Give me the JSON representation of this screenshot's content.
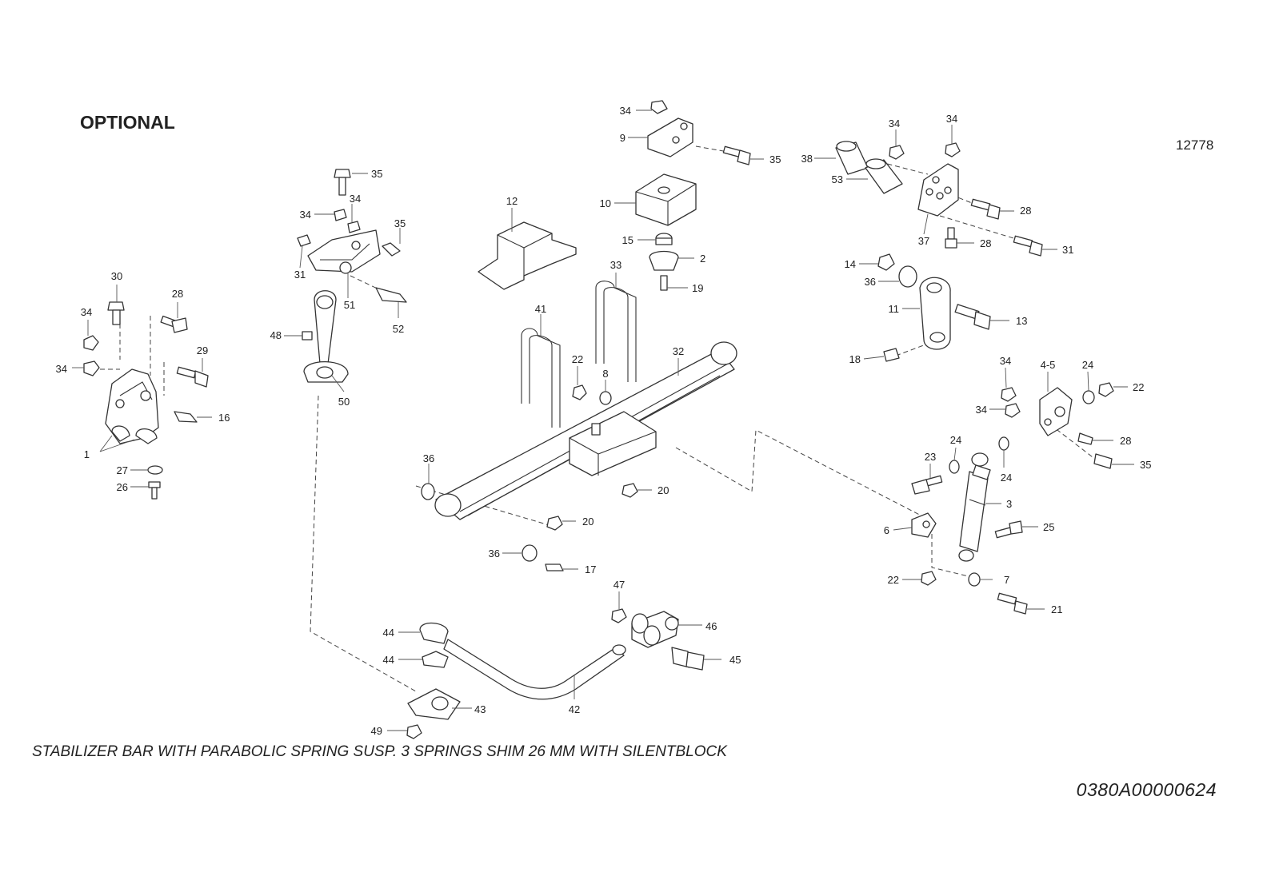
{
  "header": {
    "optional": "OPTIONAL",
    "sheet_number": "12778"
  },
  "caption": "STABILIZER BAR WITH PARABOLIC SPRING SUSP. 3 SPRINGS SHIM 26 MM WITH SILENTBLOCK",
  "drawing_number": "0380A00000624",
  "callouts": [
    "1",
    "2",
    "3",
    "4-5",
    "6",
    "7",
    "8",
    "9",
    "10",
    "11",
    "12",
    "13",
    "14",
    "15",
    "16",
    "17",
    "18",
    "19",
    "20",
    "21",
    "22",
    "23",
    "24",
    "25",
    "26",
    "27",
    "28",
    "29",
    "30",
    "31",
    "32",
    "33",
    "34",
    "35",
    "36",
    "37",
    "38",
    "41",
    "42",
    "43",
    "44",
    "45",
    "46",
    "47",
    "48",
    "49",
    "50",
    "51",
    "52",
    "53"
  ]
}
